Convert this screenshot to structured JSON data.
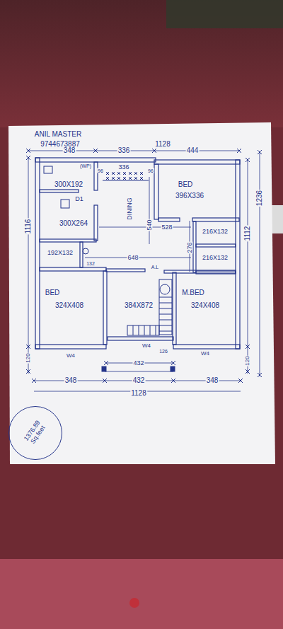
{
  "diagram": {
    "nodes": [
      {
        "text": [
          "1376.89 Sq.feet"
        ]
      }
    ],
    "labels": [
      "ANIL MASTER",
      "9744673887",
      "1128",
      "348",
      "336",
      "444",
      "(WP)",
      "96",
      "336",
      "96",
      "300X192",
      "BED",
      "396X336",
      "D1",
      "1116",
      "1112",
      "1236",
      "DINING",
      "300X264",
      "540",
      "528",
      "216X132",
      "276",
      "192X132",
      "648",
      "216X132",
      "132",
      "A.L",
      "BED",
      "384X872",
      "M.BED",
      "324X408",
      "324X408",
      "W4",
      "126",
      "W4",
      "W4",
      "120",
      "120",
      "432",
      "348",
      "432",
      "348",
      "1128"
    ]
  }
}
